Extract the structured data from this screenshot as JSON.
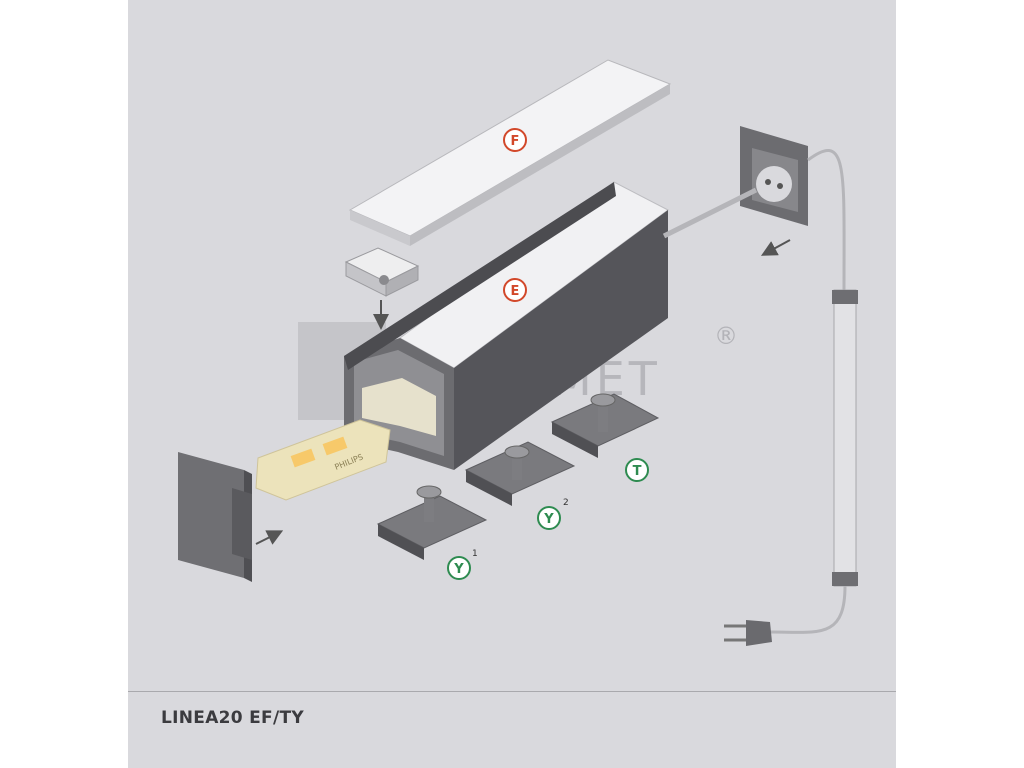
{
  "caption": "LINEA20 EF/TY",
  "watermark": {
    "text": "TOPMET",
    "registered": "®"
  },
  "part_labels": {
    "F": "F",
    "E": "E",
    "T": "T",
    "Y1": "Y",
    "Y1_sup": "1",
    "Y2": "Y",
    "Y2_sup": "2"
  },
  "strip_brand": "PHILIPS",
  "colors": {
    "background": "#d9d9dd",
    "profile": "#58585c",
    "diffuser": "#f1f1f3",
    "label_red": "#d2482a",
    "label_green": "#2e8b50"
  }
}
